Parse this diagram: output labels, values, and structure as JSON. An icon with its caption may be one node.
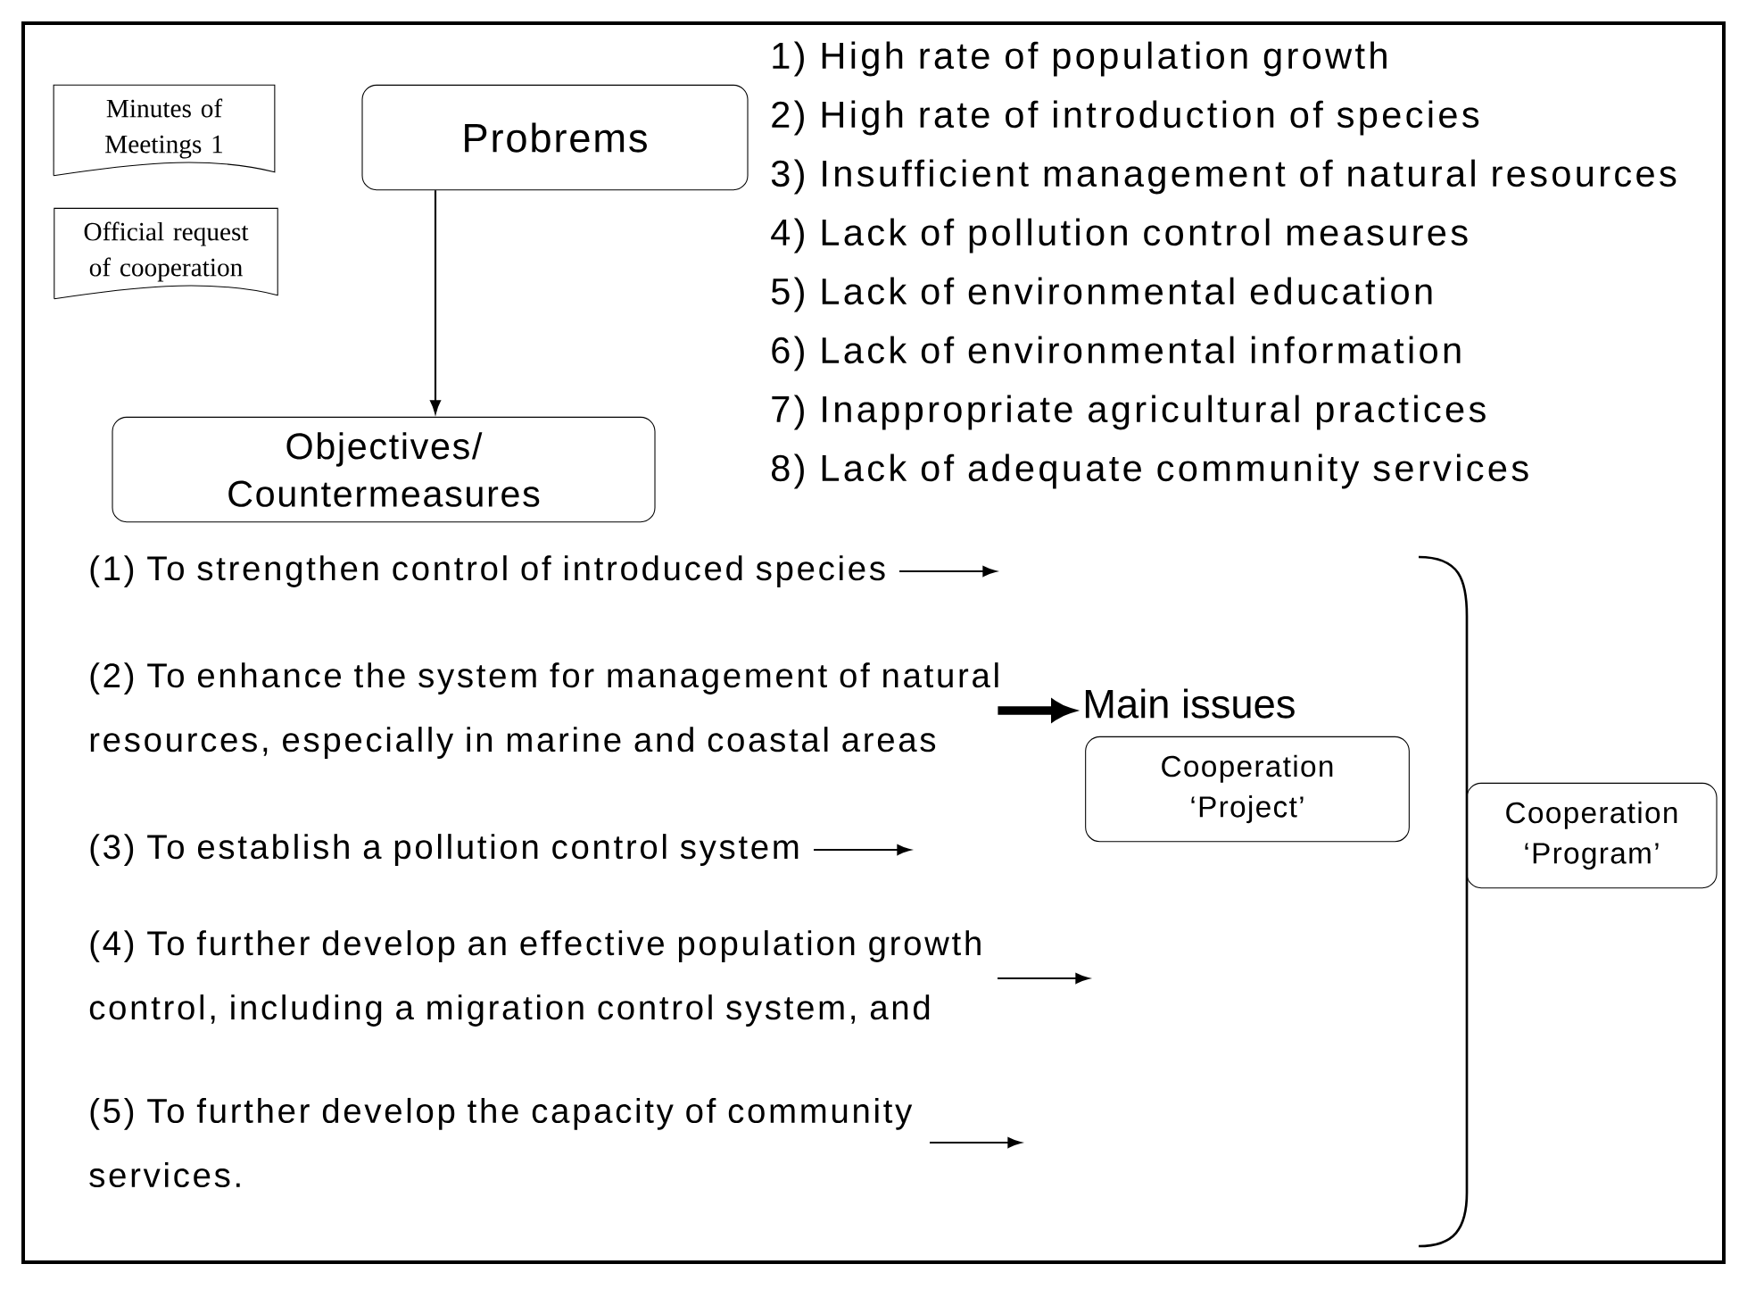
{
  "diagram": {
    "nodes": [
      {
        "text": [
          "Minutes of Meetings 1"
        ]
      },
      {
        "text": [
          "Official request of cooperation"
        ]
      },
      {
        "text": [
          "Probrems"
        ]
      },
      {
        "text": [
          "Objectives/ Countermeasures"
        ]
      },
      {
        "text": [
          "(1) To strengthen control of introduced species"
        ]
      },
      {
        "text": [
          "(2) To enhance the system for management of natural resources, especially in marine and coastal areas"
        ]
      },
      {
        "text": [
          "(3) To establish a pollution control system"
        ]
      },
      {
        "text": [
          "(4) To further develop an effective population growth control, including a migration control system, and"
        ]
      },
      {
        "text": [
          "(5) To further develop the capacity of community services."
        ]
      },
      {
        "text": [
          "Main issues"
        ]
      },
      {
        "text": [
          "Cooperation ‘Project’"
        ]
      },
      {
        "text": [
          "Cooperation ‘Program’"
        ]
      }
    ],
    "edges": [
      {
        "from": 2,
        "to": 3,
        "arrow": "to"
      },
      {
        "from": 4,
        "to": null,
        "arrow": "to"
      },
      {
        "from": 5,
        "to": 9,
        "arrow": "to",
        "style": "thick"
      },
      {
        "from": 6,
        "to": null,
        "arrow": "to"
      },
      {
        "from": 7,
        "to": null,
        "arrow": "to"
      },
      {
        "from": 8,
        "to": null,
        "arrow": "to"
      }
    ],
    "labels": [
      "1) High rate of population growth",
      "2) High rate of introduction of species",
      "3) Insufficient management of natural resources",
      "4) Lack of pollution control measures",
      "5) Lack of environmental education",
      "6) Lack of environmental information",
      "7) Inappropriate agricultural practices",
      "8) Lack of adequate community services"
    ]
  }
}
